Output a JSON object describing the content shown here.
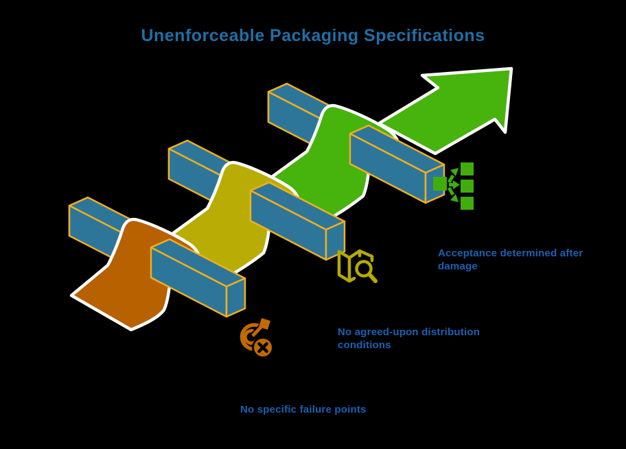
{
  "title": "Unenforceable Packaging Specifications",
  "diagram": {
    "type": "isometric-ribbon-over-hurdles",
    "description": "A ribbon weaves over three hurdle bars and ends in an upward arrow",
    "steps": [
      {
        "id": 1,
        "label": "No specific failure points",
        "ribbon_color": "#B86100",
        "icon": "target-crossed-icon",
        "icon_color": "#C06A00"
      },
      {
        "id": 2,
        "label": "No agreed-upon distribution conditions",
        "ribbon_color": "#B9AD05",
        "icon": "map-search-icon",
        "icon_color": "#B5AB00"
      },
      {
        "id": 3,
        "label": "Acceptance determined after damage",
        "ribbon_color": "#47B30D",
        "icon": "distribute-icon",
        "icon_color": "#3FAE0C"
      }
    ],
    "hurdle_color": "#2E7699",
    "hurdle_edge_color": "#EFAF1F",
    "ribbon_outline": "#FFFFFF",
    "arrow_color": "#47B30D"
  },
  "colors": {
    "background": "#000000",
    "title": "#1F6FA6",
    "label": "#1A61B2"
  }
}
